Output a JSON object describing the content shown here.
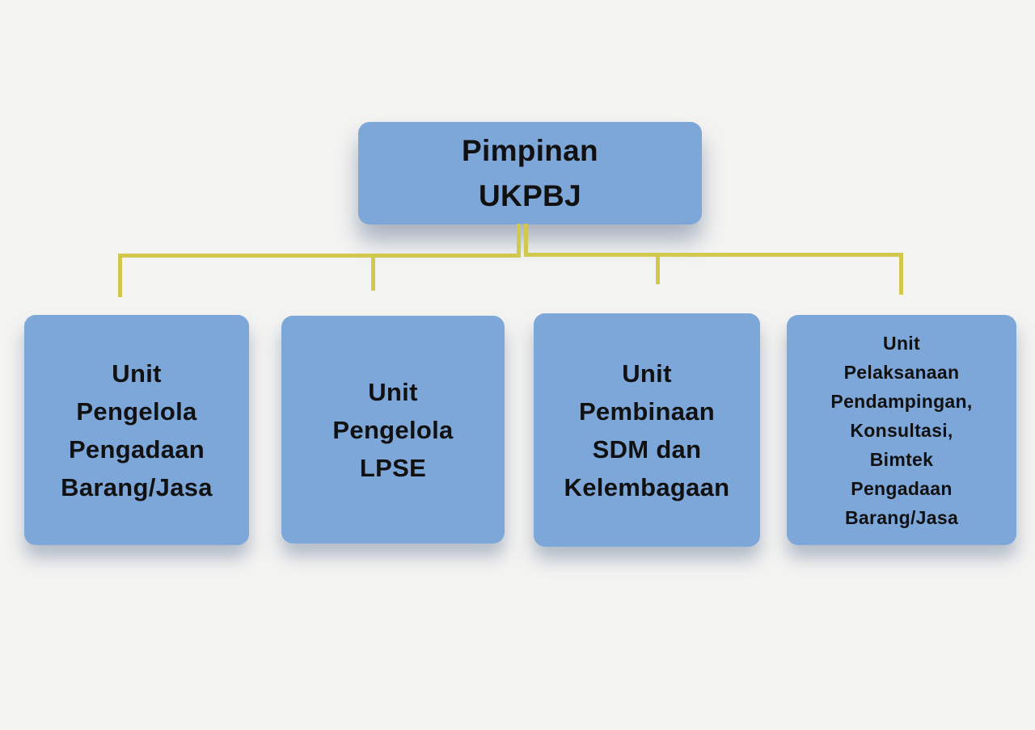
{
  "org_chart": {
    "type": "organizational-chart",
    "root": {
      "label": "Pimpinan\nUKPBJ"
    },
    "units": [
      {
        "label": "Unit\nPengelola\nPengadaan\nBarang/Jasa"
      },
      {
        "label": "Unit\nPengelola\nLPSE"
      },
      {
        "label": "Unit\nPembinaan\nSDM dan\nKelembagaan"
      },
      {
        "label": "Unit\nPelaksanaan\nPendampingan,\nKonsultasi,\nBimtek\nPengadaan\nBarang/Jasa"
      }
    ],
    "colors": {
      "box_fill": "#7da7d9",
      "connector": "#d0c94e",
      "text": "#111111",
      "background": "#f4f4f2"
    }
  }
}
